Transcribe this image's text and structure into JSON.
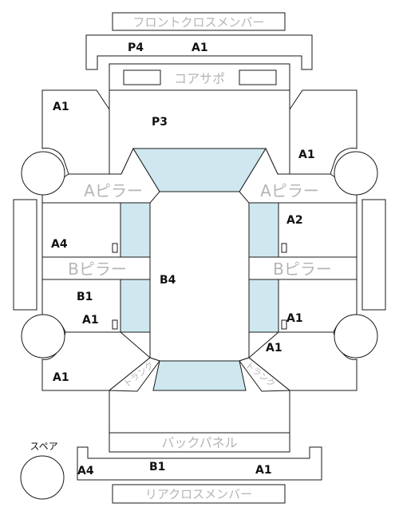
{
  "panels": {
    "front_cross_member": "フロントクロスメンバー",
    "core_support": "コアサポ",
    "a_pillar_left": "Aピラー",
    "a_pillar_right": "Aピラー",
    "b_pillar_left": "Bピラー",
    "b_pillar_right": "Bピラー",
    "back_panel": "バックパネル",
    "rear_cross_member": "リアクロスメンバー",
    "trunk_left": "トランク",
    "trunk_right": "トランク",
    "spare": "スペア"
  },
  "grades": {
    "front_member": [
      "P4",
      "A1"
    ],
    "hood": "P3",
    "front_left_fender": "A1",
    "front_right_fender": "A1",
    "left_front_door": "A4",
    "right_front_door": "A2",
    "roof": "B4",
    "left_rear_door": [
      "B1",
      "A1"
    ],
    "right_rear_door": "A1",
    "right_rear_quarter": "A1",
    "left_rear_quarter": "A1",
    "rear_member": [
      "A4",
      "B1",
      "A1"
    ]
  },
  "colors": {
    "glass": "#cfe8ef",
    "outline": "#1a1a1a",
    "panel_label": "#b5b5b5"
  }
}
